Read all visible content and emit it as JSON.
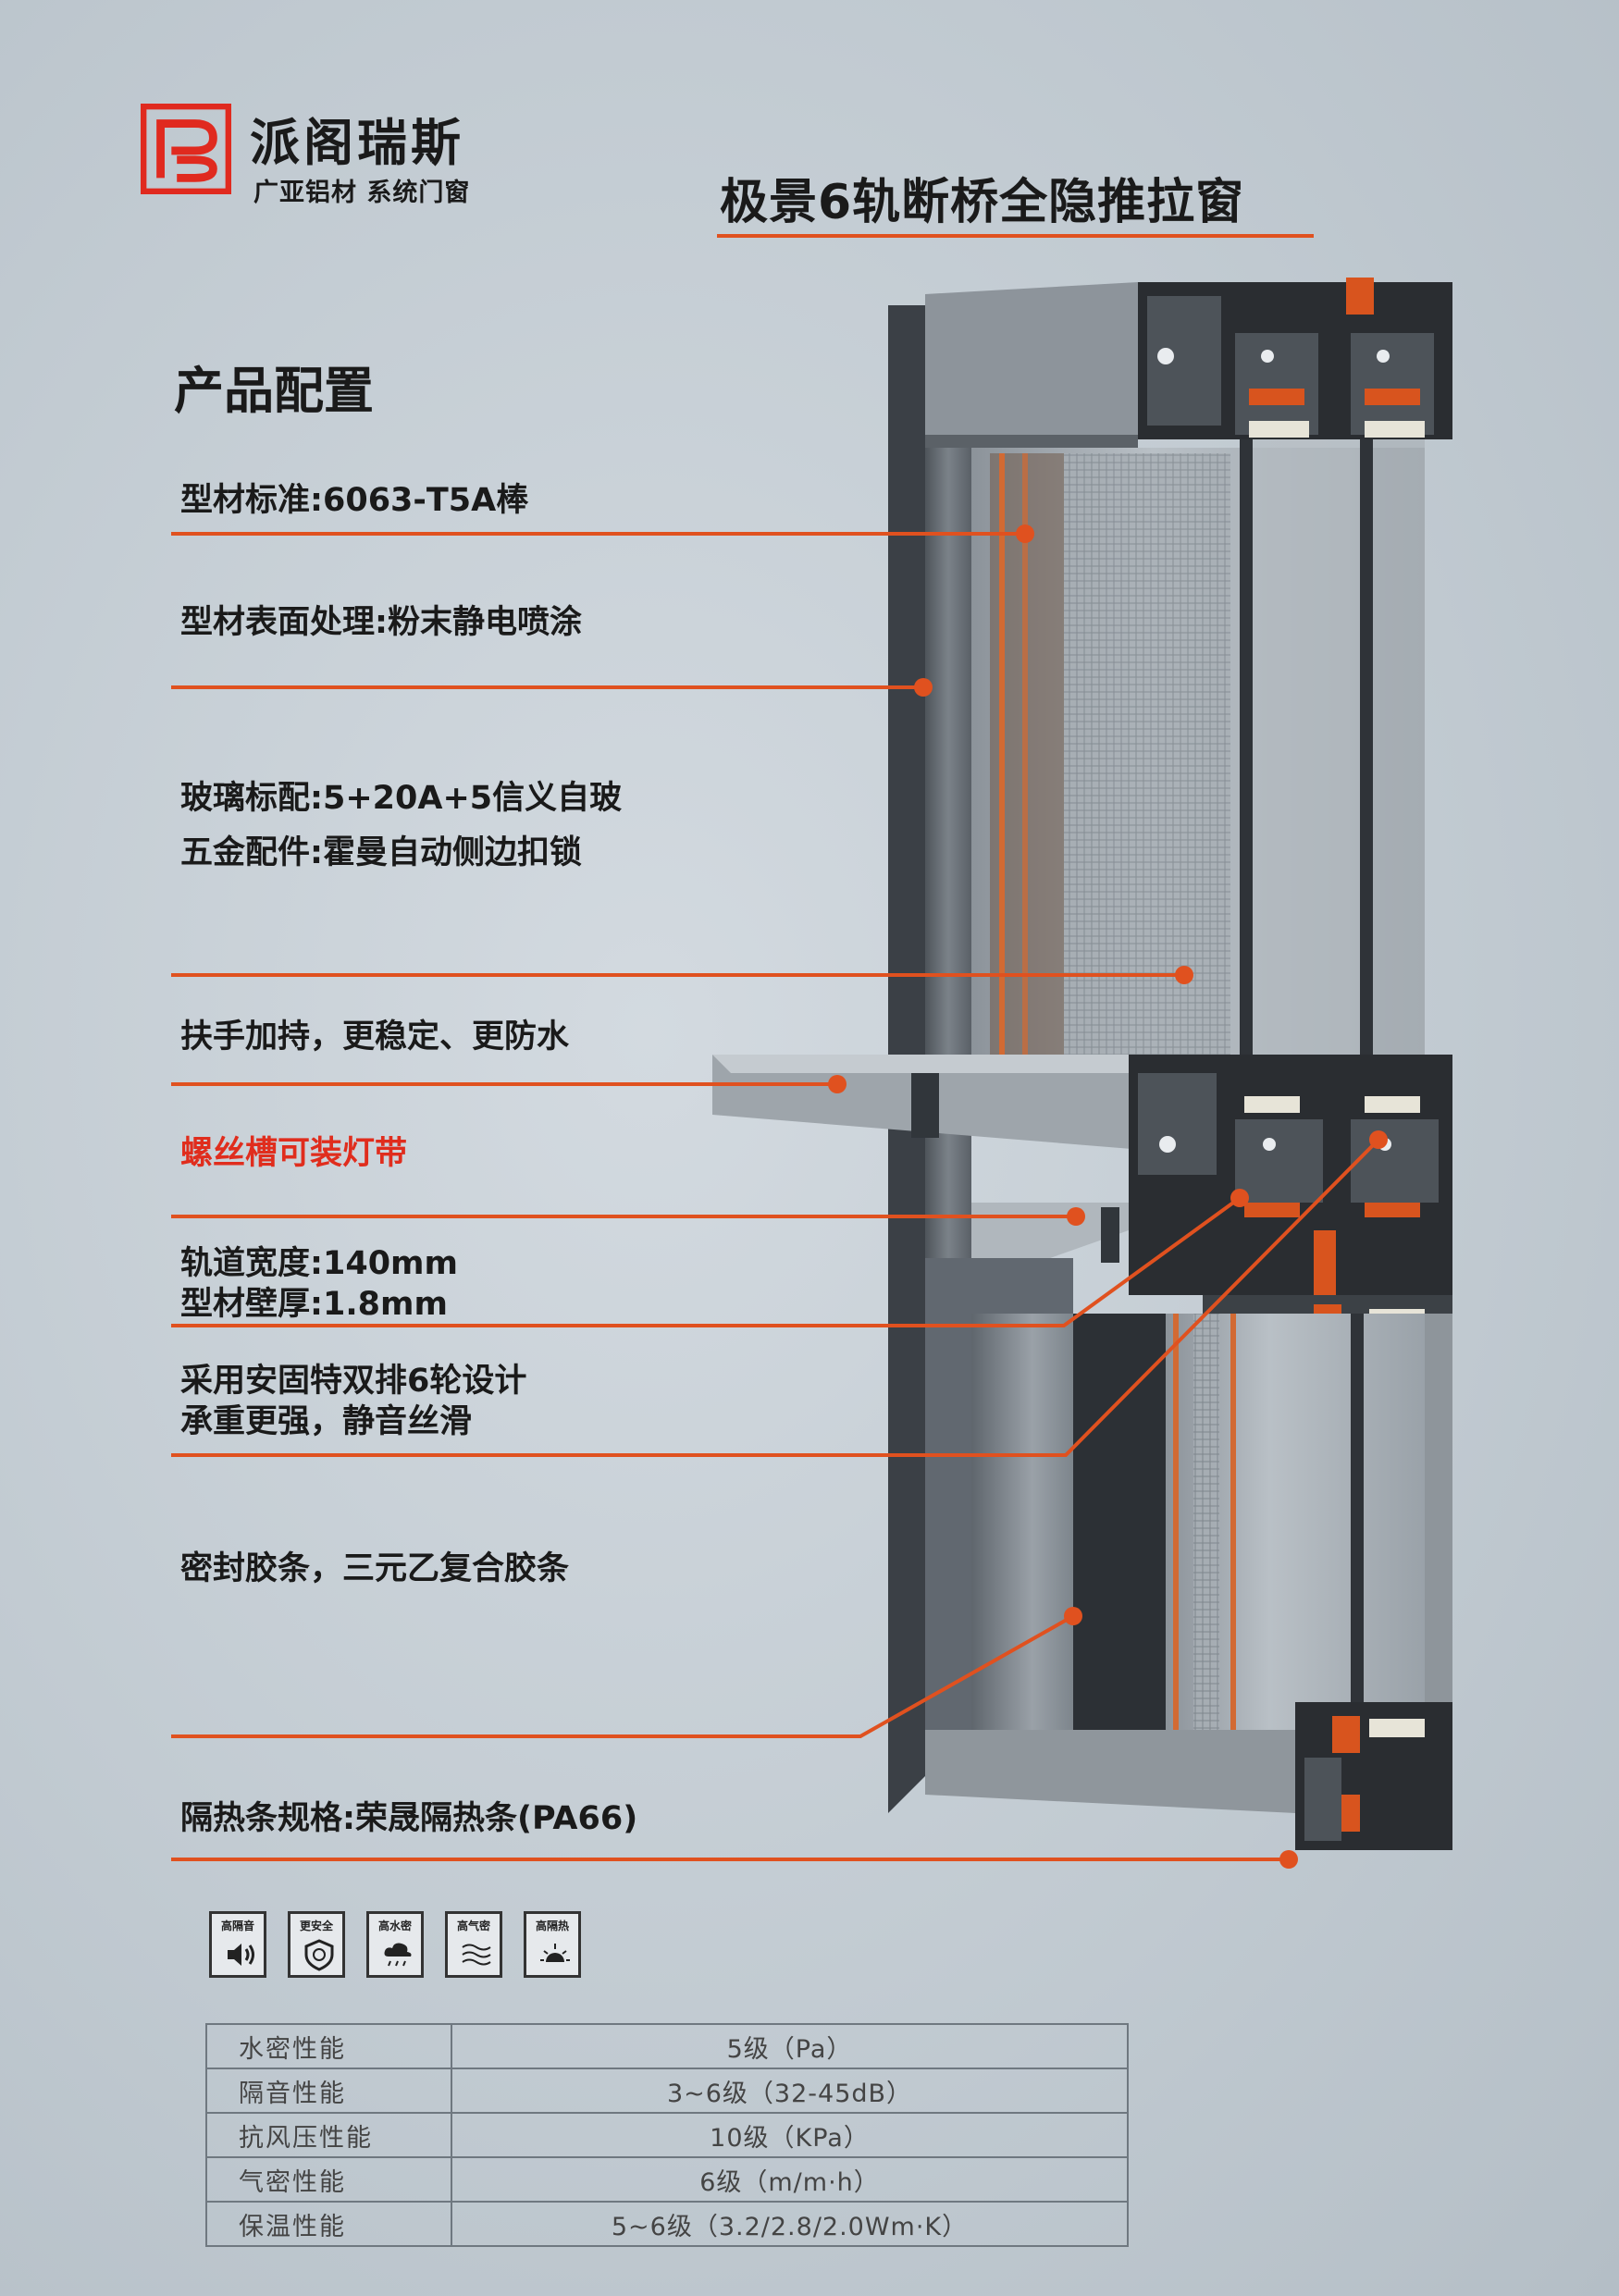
{
  "brand": {
    "name": "派阁瑞斯",
    "subtitle": "广亚铝材 系统门窗"
  },
  "title": "极景6轨断桥全隐推拉窗",
  "section_title": "产品配置",
  "specs": [
    "型材标准:6063-T5A棒",
    "型材表面处理:粉末静电喷涂",
    "玻璃标配:5+20A+5信义自玻",
    "五金配件:霍曼自动侧边扣锁",
    "扶手加持，更稳定、更防水",
    "螺丝槽可装灯带",
    "轨道宽度:140mm",
    "型材壁厚:1.8mm",
    "采用安固特双排6轮设计",
    "承重更强，静音丝滑",
    "密封胶条，三元乙复合胶条",
    "隔热条规格:荣晟隔热条(PA66)"
  ],
  "colors": {
    "accent": "#e0511f",
    "highlight_text": "#e02d1d",
    "logo_red": "#e02a1f"
  },
  "feature_icons": [
    {
      "label": "高隔音",
      "icon": "speaker-icon"
    },
    {
      "label": "更安全",
      "icon": "shield-icon"
    },
    {
      "label": "高水密",
      "icon": "rain-cloud-icon"
    },
    {
      "label": "高气密",
      "icon": "wind-wave-icon"
    },
    {
      "label": "高隔热",
      "icon": "sun-icon"
    }
  ],
  "performance_table": [
    {
      "property": "水密性能",
      "value": "5级（Pa）"
    },
    {
      "property": "隔音性能",
      "value": "3~6级（32-45dB）"
    },
    {
      "property": "抗风压性能",
      "value": "10级（KPa）"
    },
    {
      "property": "气密性能",
      "value": "6级（m/m·h）"
    },
    {
      "property": "保温性能",
      "value": "5~6级（3.2/2.8/2.0Wm·K）"
    }
  ]
}
